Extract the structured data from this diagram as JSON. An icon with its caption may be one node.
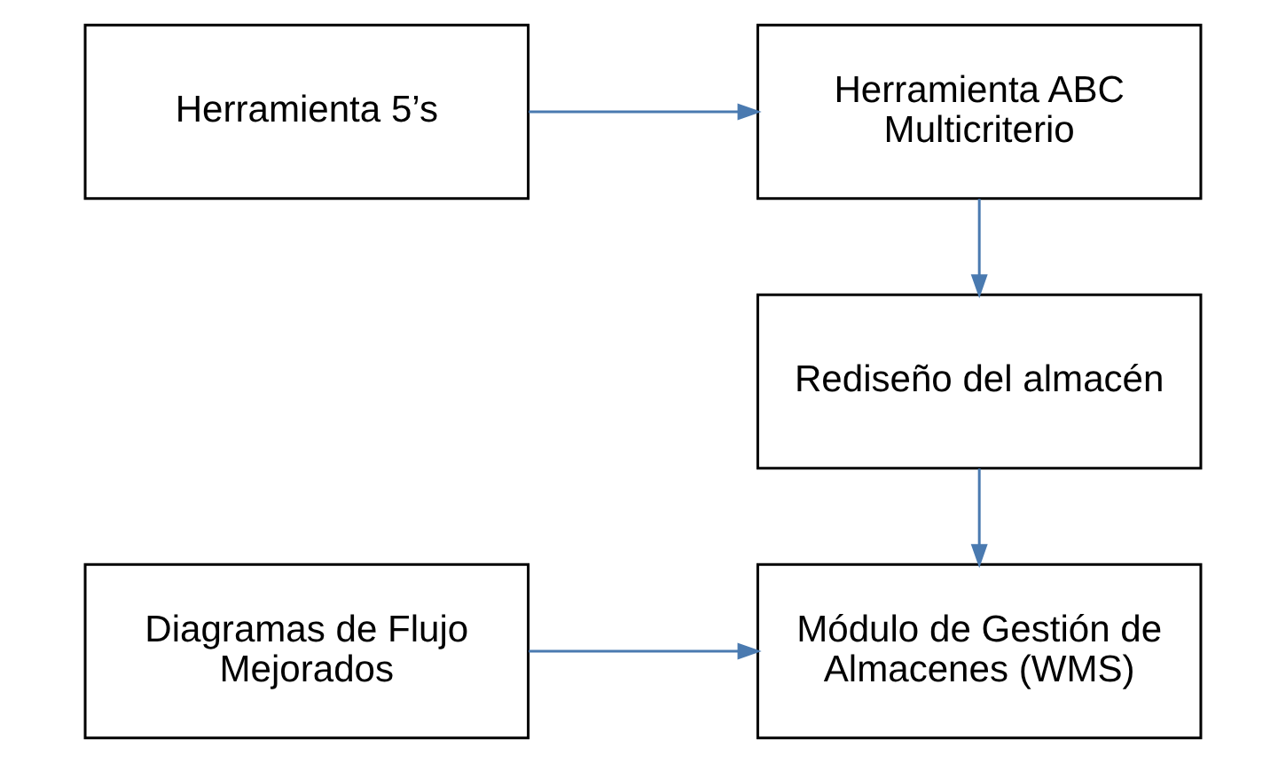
{
  "diagram": {
    "nodes": [
      {
        "text": [
          "Herramienta 5’s"
        ]
      },
      {
        "text": [
          "Herramienta ABC Multicriterio"
        ]
      },
      {
        "text": [
          "Rediseño del almacén"
        ]
      },
      {
        "text": [
          "Diagramas de Flujo Mejorados"
        ]
      },
      {
        "text": [
          "Módulo de Gestión de Almacenes (WMS)"
        ]
      }
    ],
    "edges": [
      {
        "from": 0,
        "to": 1,
        "arrow": "to"
      },
      {
        "from": 1,
        "to": 2,
        "arrow": "to"
      },
      {
        "from": 2,
        "to": 4,
        "arrow": "to"
      },
      {
        "from": 3,
        "to": 4,
        "arrow": "to"
      }
    ]
  }
}
